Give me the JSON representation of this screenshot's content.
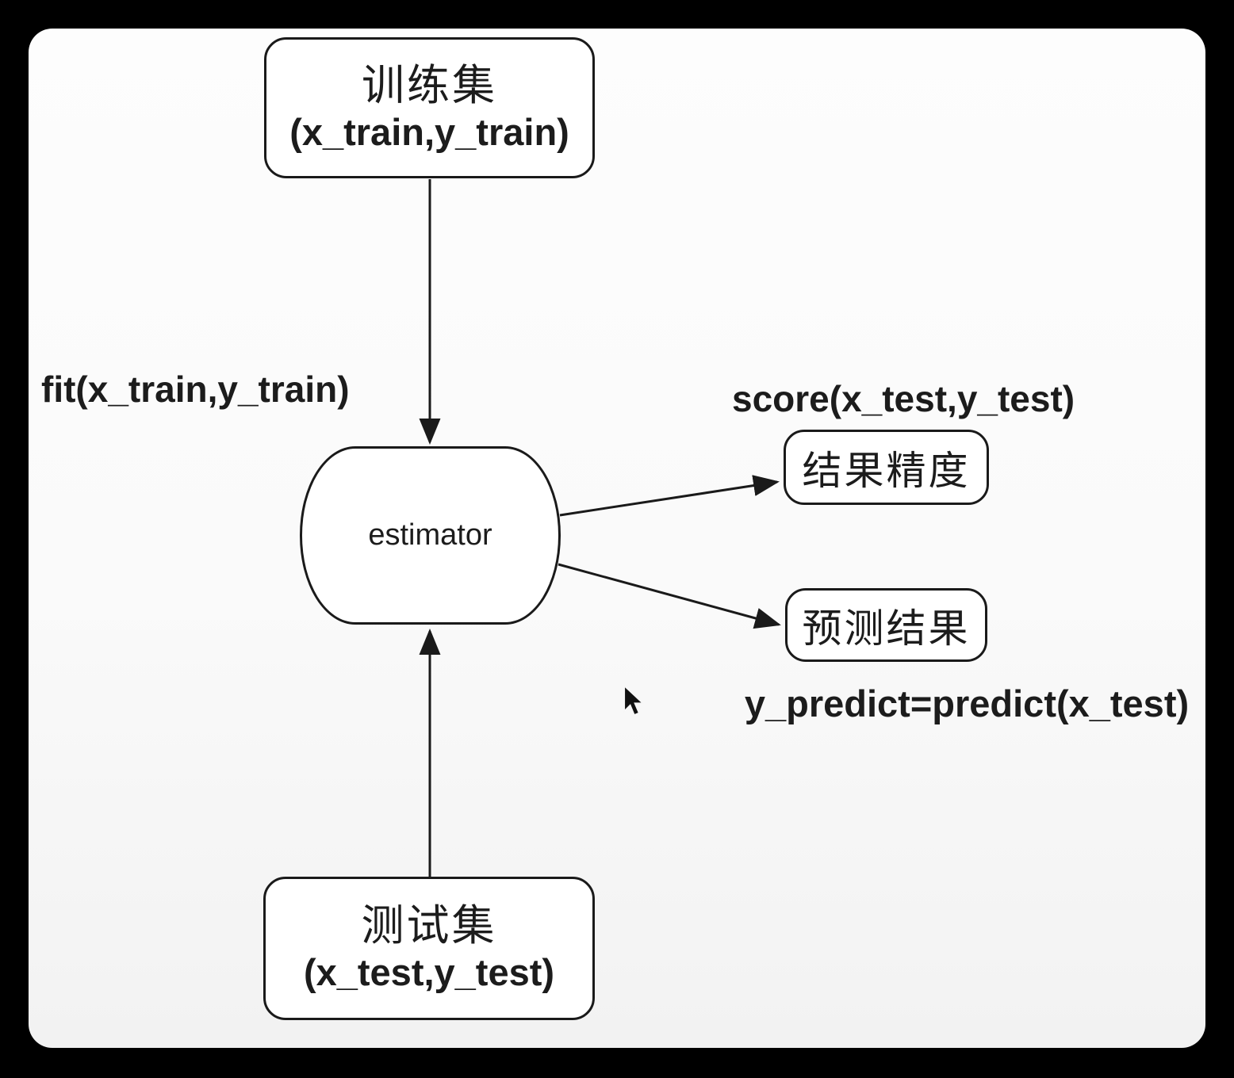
{
  "colors": {
    "frame_background": "#000000",
    "canvas_background": "#fbfbfb",
    "stroke": "#1a1a1a",
    "text": "#1c1c1c",
    "node_fill": "#ffffff"
  },
  "diagram": {
    "type": "flowchart",
    "nodes": {
      "train_set": {
        "title": "训练集",
        "subtitle": "(x_train,y_train)"
      },
      "estimator": {
        "label": "estimator"
      },
      "result_accuracy": {
        "label": "结果精度"
      },
      "prediction_result": {
        "label": "预测结果"
      },
      "test_set": {
        "title": "测试集",
        "subtitle": "(x_test,y_test)"
      }
    },
    "edge_labels": {
      "fit": "fit(x_train,y_train)",
      "score": "score(x_test,y_test)",
      "predict": "y_predict=predict(x_test)"
    },
    "edges": [
      {
        "from": "train_set",
        "to": "estimator",
        "label": "fit(x_train,y_train)"
      },
      {
        "from": "test_set",
        "to": "estimator",
        "label": ""
      },
      {
        "from": "estimator",
        "to": "result_accuracy",
        "label": "score(x_test,y_test)"
      },
      {
        "from": "estimator",
        "to": "prediction_result",
        "label": "y_predict=predict(x_test)"
      }
    ]
  }
}
